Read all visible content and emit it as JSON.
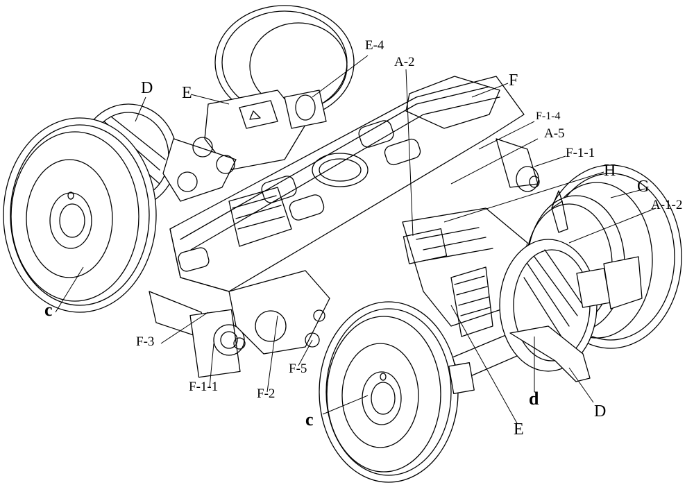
{
  "diagram": {
    "labels": {
      "e4": "E-4",
      "a2": "A-2",
      "f_top": "F",
      "d_top": "D",
      "e_top": "E",
      "f14": "F-1-4",
      "a5": "A-5",
      "f11_right": "F-1-1",
      "h": "H",
      "g": "G",
      "a12": "A-1-2",
      "c_left": "c",
      "f3": "F-3",
      "f11_left": "F-1-1",
      "f2": "F-2",
      "f5": "F-5",
      "c_bottom": "c",
      "d_small": "d",
      "d_bottom": "D",
      "e_bottom": "E"
    }
  }
}
